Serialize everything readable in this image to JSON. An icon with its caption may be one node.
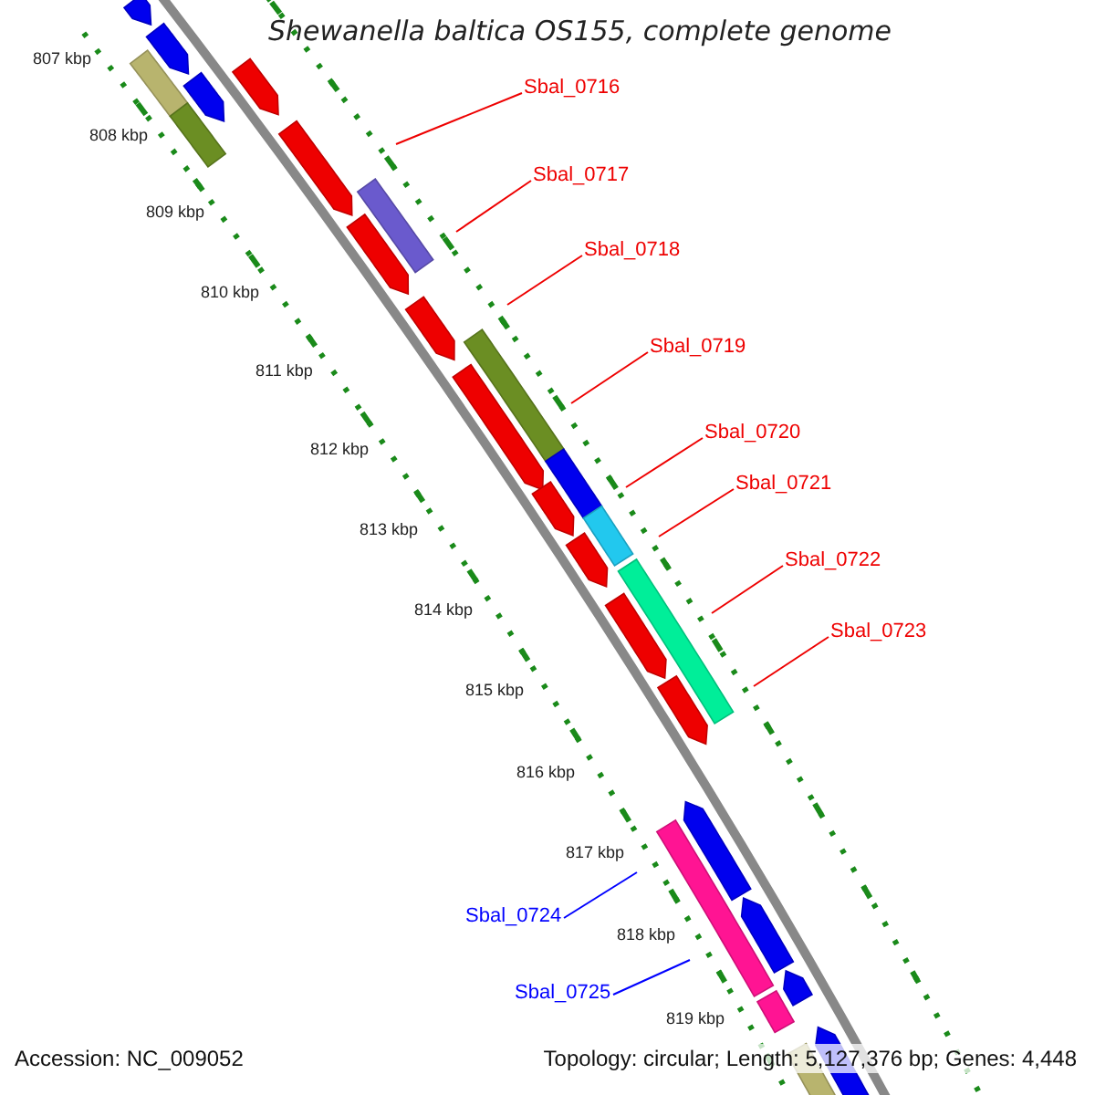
{
  "diagram": {
    "title": "Shewanella baltica OS155, complete genome",
    "nodes": [
      {
        "text": [
          "Sbal_0716"
        ]
      },
      {
        "text": [
          "Sbal_0717"
        ]
      },
      {
        "text": [
          "Sbal_0718"
        ]
      },
      {
        "text": [
          "Sbal_0719"
        ]
      },
      {
        "text": [
          "Sbal_0720"
        ]
      },
      {
        "text": [
          "Sbal_0721"
        ]
      },
      {
        "text": [
          "Sbal_0722"
        ]
      },
      {
        "text": [
          "Sbal_0723"
        ]
      },
      {
        "text": [
          "Sbal_0724"
        ]
      },
      {
        "text": [
          "Sbal_0725"
        ]
      }
    ],
    "edges": [
      {
        "from": 0,
        "to": null,
        "arrow": "none"
      },
      {
        "from": 1,
        "to": null,
        "arrow": "none"
      },
      {
        "from": 2,
        "to": null,
        "arrow": "none"
      },
      {
        "from": 3,
        "to": null,
        "arrow": "none"
      },
      {
        "from": 4,
        "to": null,
        "arrow": "none"
      },
      {
        "from": 5,
        "to": null,
        "arrow": "none"
      },
      {
        "from": 6,
        "to": null,
        "arrow": "none"
      },
      {
        "from": 7,
        "to": null,
        "arrow": "none"
      },
      {
        "from": 8,
        "to": null,
        "arrow": "none",
        "color": "#0000ff"
      },
      {
        "from": 9,
        "to": null,
        "arrow": "none",
        "color": "#0000ff"
      }
    ],
    "labels": [
      "807 kbp",
      "808 kbp",
      "809 kbp",
      "810 kbp",
      "811 kbp",
      "812 kbp",
      "813 kbp",
      "814 kbp",
      "815 kbp",
      "816 kbp",
      "817 kbp",
      "818 kbp",
      "819 kbp",
      "Accession: NC_009052",
      "Topology: circular; Length: 5,127,376 bp; Genes: 4,448"
    ]
  }
}
